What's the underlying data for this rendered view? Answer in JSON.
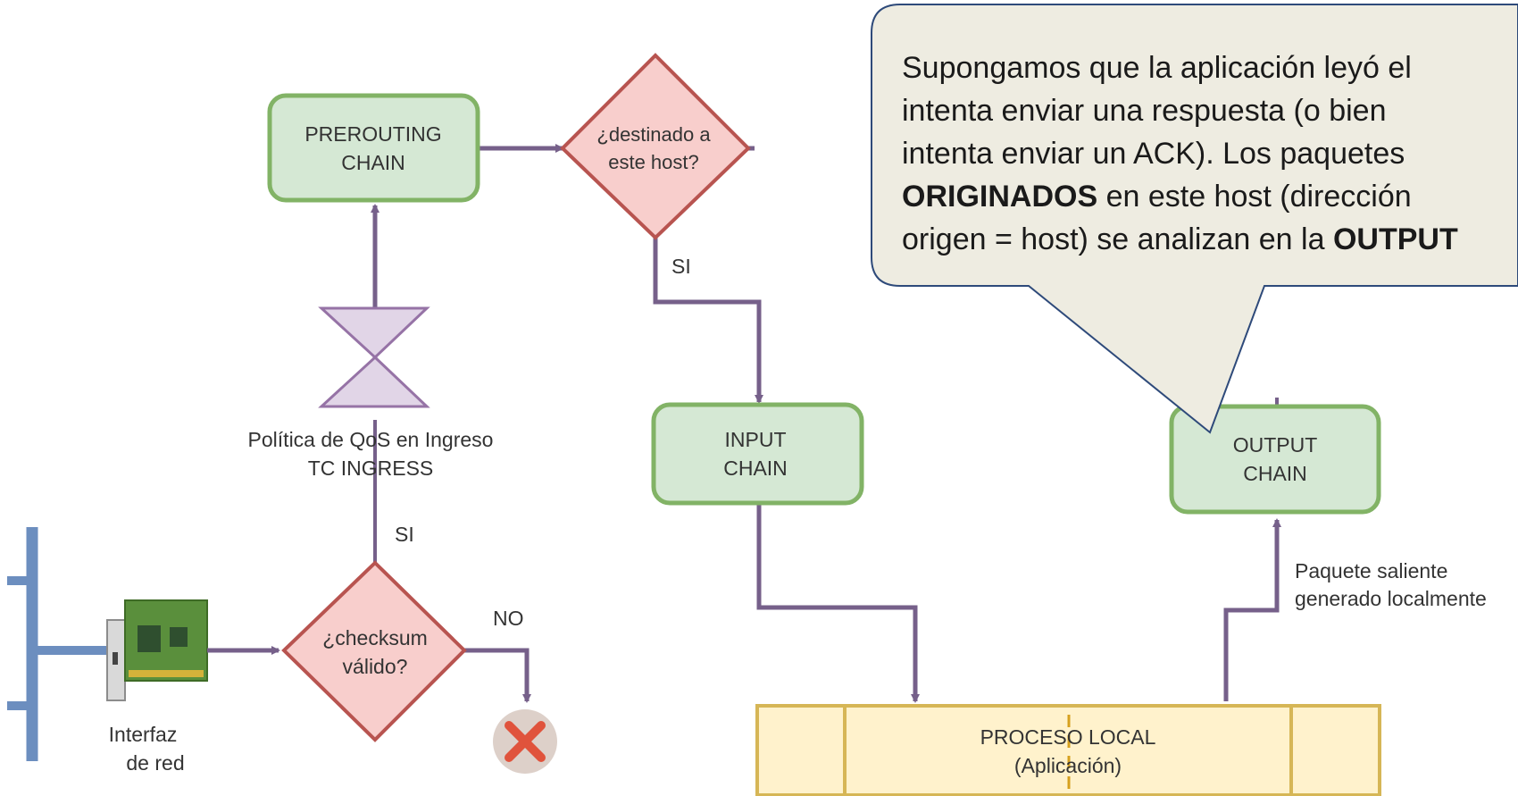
{
  "nodes": {
    "prerouting": {
      "line1": "PREROUTING",
      "line2": "CHAIN"
    },
    "destinado": {
      "line1": "¿destinado a",
      "line2": "este host?"
    },
    "input": {
      "line1": "INPUT",
      "line2": "CHAIN"
    },
    "output": {
      "line1": "OUTPUT",
      "line2": "CHAIN"
    },
    "checksum": {
      "line1": "¿checksum",
      "line2": "válido?"
    },
    "qos": {
      "line1": "Política de QoS en Ingreso",
      "line2": "TC INGRESS"
    },
    "interfaz": {
      "line1": "Interfaz",
      "line2": "de red"
    },
    "proceso": {
      "line1": "PROCESO LOCAL",
      "line2": "(Aplicación)"
    },
    "saliente": {
      "line1": "Paquete saliente",
      "line2": "generado localmente"
    }
  },
  "edge_labels": {
    "si_destino": "SI",
    "si_checksum": "SI",
    "no_checksum": "NO"
  },
  "callout": {
    "line1": "Supongamos que la aplicación leyó el",
    "line2": "intenta enviar una respuesta (o bien",
    "line3": "intenta enviar un ACK). Los paquetes",
    "line4_bold": "ORIGINADOS",
    "line4_rest": " en este host (dirección",
    "line5_pre": "origen = host) se analizan en la ",
    "line5_bold": "OUTPUT"
  },
  "colors": {
    "chain_fill": "#d5e8d4",
    "chain_stroke": "#82b366",
    "decision_fill": "#f8cecc",
    "decision_stroke": "#b85450",
    "arrow": "#76608a",
    "qos_fill": "#e1d5e7",
    "process_fill": "#fff2cc",
    "process_stroke": "#d6b656",
    "callout_fill": "#eeece1",
    "callout_stroke": "#2e4a7a",
    "network_bus": "#6c8ebf"
  }
}
